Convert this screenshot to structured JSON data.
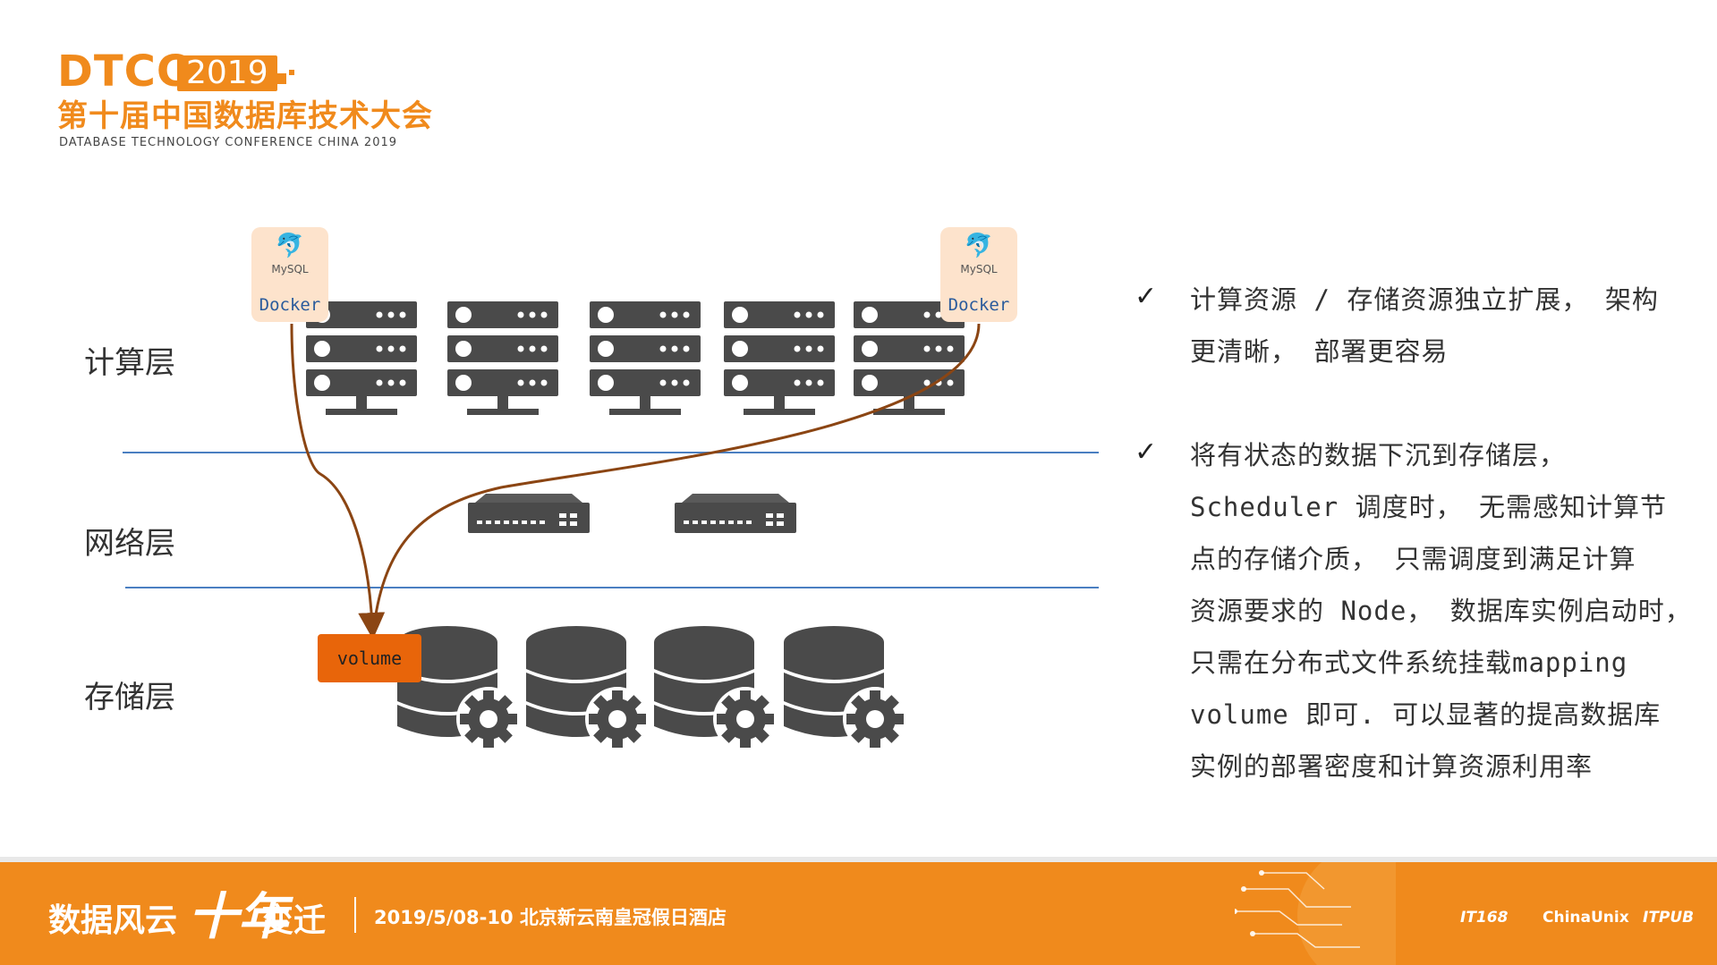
{
  "header": {
    "logo_dtcc": "DTCC",
    "logo_year": "2019",
    "logo_cn": "第十届中国数据库技术大会",
    "logo_en": "DATABASE TECHNOLOGY CONFERENCE CHINA 2019"
  },
  "diagram": {
    "layers": [
      "计算层",
      "网络层",
      "存储层"
    ],
    "docker_label": "Docker",
    "mysql_label": "MySQL",
    "volume_label": "volume"
  },
  "bullets": [
    {
      "check": "✓",
      "lines": [
        "计算资源 / 存储资源独立扩展， 架构",
        "更清晰， 部署更容易"
      ]
    },
    {
      "check": "✓",
      "lines": [
        "将有状态的数据下沉到存储层，",
        "Scheduler 调度时， 无需感知计算节",
        "点的存储介质， 只需调度到满足计算",
        "资源要求的 Node， 数据库实例启动时，",
        "只需在分布式文件系统挂载mapping",
        "volume 即可. 可以显著的提高数据库",
        "实例的部署密度和计算资源利用率"
      ]
    }
  ],
  "footer": {
    "slogan_a": "数据风云",
    "slogan_b": "十年",
    "slogan_c": "变迁",
    "event": "2019/5/08-10  北京新云南皇冠假日酒店",
    "logo_itpub": "ITPUB",
    "logo_chinaunix": "ChinaUnix",
    "logo_it168": "IT168"
  },
  "colors": {
    "accent": "#f08a1c",
    "server": "#4a4a4a",
    "arrow": "#8b4513",
    "divider": "#4a7fc1",
    "docker_bg": "#fde3cc",
    "volume_bg": "#e8650a"
  }
}
